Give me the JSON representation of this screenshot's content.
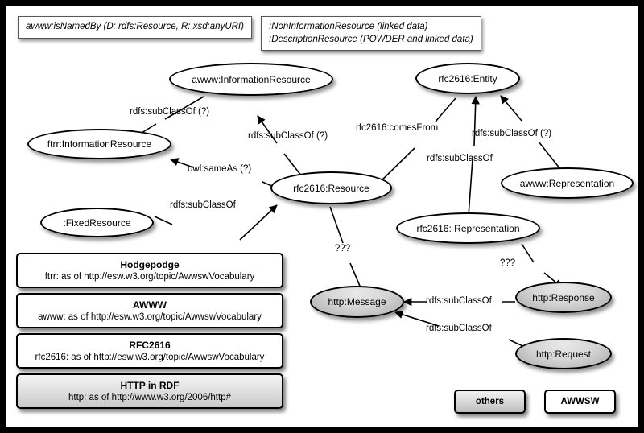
{
  "diagram": {
    "title": "AWWSW vocabulary alignment diagram",
    "frame_color": "#000000",
    "canvas_color": "#ffffff"
  },
  "notes": [
    {
      "name": "note-isnamedby",
      "lines": [
        "awww:isNamedBy (D: rdfs:Resource, R: xsd:anyURI)"
      ]
    },
    {
      "name": "note-resources",
      "lines": [
        ":NonInformationResource (linked data)",
        ":DescriptionResource (POWDER and linked data)"
      ]
    }
  ],
  "nodes": [
    {
      "id": "awww-informationresource",
      "label": "awww:InformationResource",
      "style": "white"
    },
    {
      "id": "ftrr-informationresource",
      "label": "ftrr:InformationResource",
      "style": "white"
    },
    {
      "id": "rfc2616-entity",
      "label": "rfc2616:Entity",
      "style": "white"
    },
    {
      "id": "rfc2616-resource",
      "label": "rfc2616:Resource",
      "style": "white"
    },
    {
      "id": "fixedresource",
      "label": ":FixedResource",
      "style": "white"
    },
    {
      "id": "awww-representation",
      "label": "awww:Representation",
      "style": "white"
    },
    {
      "id": "rfc2616-representation",
      "label": "rfc2616: Representation",
      "style": "white"
    },
    {
      "id": "http-message",
      "label": "http:Message",
      "style": "gray"
    },
    {
      "id": "http-response",
      "label": "http:Response",
      "style": "gray"
    },
    {
      "id": "http-request",
      "label": "http:Request",
      "style": "gray"
    }
  ],
  "edges": [
    {
      "id": "e1",
      "from": "awww-informationresource",
      "to": "ftrr-informationresource",
      "label": "rdfs:subClassOf (?)"
    },
    {
      "id": "e2",
      "from": "rfc2616-resource",
      "to": "awww-informationresource",
      "label": "rdfs:subClassOf (?)"
    },
    {
      "id": "e3",
      "from": "rfc2616-resource",
      "to": "ftrr-informationresource",
      "label": "owl:sameAs (?)"
    },
    {
      "id": "e4",
      "from": "fixedresource",
      "to": "rfc2616-resource",
      "label": "rdfs:subClassOf"
    },
    {
      "id": "e5",
      "from": "rfc2616-entity",
      "to": "rfc2616-resource",
      "label": "rfc2616:comesFrom"
    },
    {
      "id": "e6",
      "from": "rfc2616-representation",
      "to": "rfc2616-entity",
      "label": "rdfs:subClassOf"
    },
    {
      "id": "e7",
      "from": "awww-representation",
      "to": "rfc2616-entity",
      "label": "rdfs:subClassOf (?)"
    },
    {
      "id": "e8",
      "from": "rfc2616-resource",
      "to": "http-message",
      "label": "???"
    },
    {
      "id": "e9",
      "from": "rfc2616-representation",
      "to": "http-response",
      "label": "???"
    },
    {
      "id": "e10",
      "from": "http-response",
      "to": "http-message",
      "label": "rdfs:subClassOf"
    },
    {
      "id": "e11",
      "from": "http-request",
      "to": "http-message",
      "label": "rdfs:subClassOf"
    }
  ],
  "legend_boxes": [
    {
      "id": "legend-hodgepodge",
      "title": "Hodgepodge",
      "subtitle": "ftrr: as of http://esw.w3.org/topic/AwwswVocabulary",
      "shaded": false
    },
    {
      "id": "legend-awww",
      "title": "AWWW",
      "subtitle": "awww: as of http://esw.w3.org/topic/AwwswVocabulary",
      "shaded": false
    },
    {
      "id": "legend-rfc2616",
      "title": "RFC2616",
      "subtitle": "rfc2616: as of http://esw.w3.org/topic/AwwswVocabulary",
      "shaded": false
    },
    {
      "id": "legend-http-in-rdf",
      "title": "HTTP in RDF",
      "subtitle": "http: as of http://www.w3.org/2006/http#",
      "shaded": true
    }
  ],
  "key_chips": [
    {
      "id": "key-others",
      "label": "others",
      "style": "gray"
    },
    {
      "id": "key-awwsw",
      "label": "AWWSW",
      "style": "white"
    }
  ]
}
